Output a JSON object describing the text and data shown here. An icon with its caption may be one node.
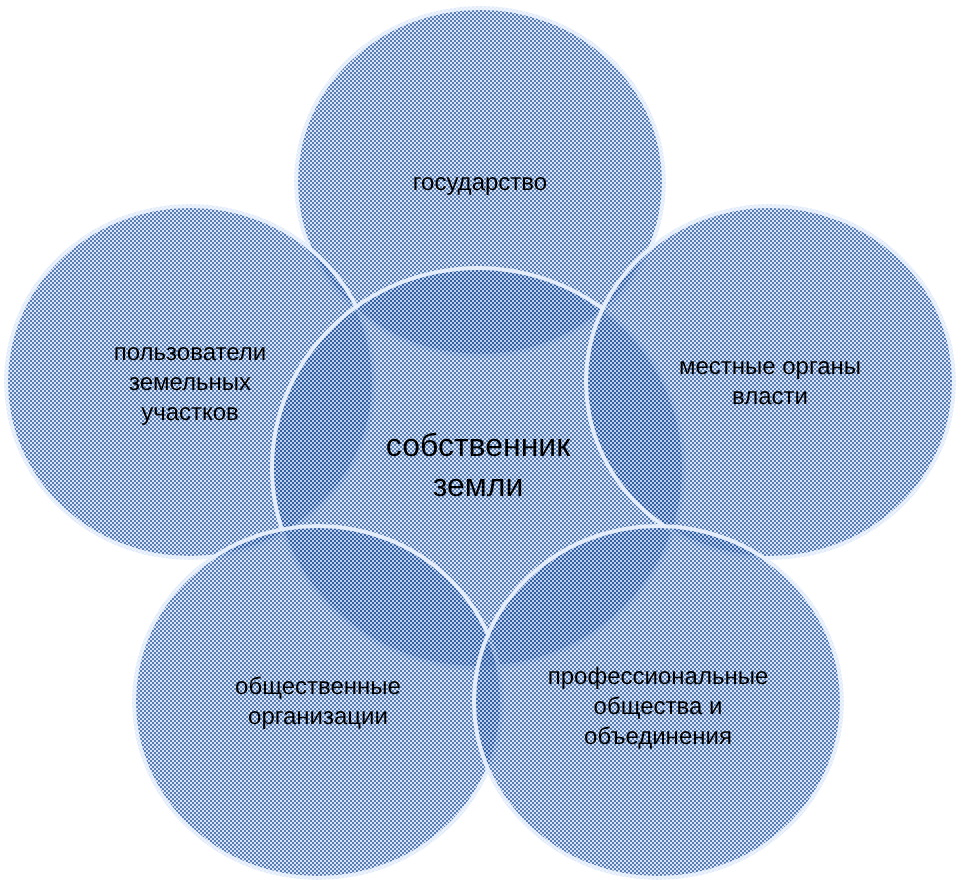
{
  "diagram": {
    "nodes": [
      {
        "text": [
          "государство"
        ]
      },
      {
        "text": [
          "пользователи земельных участков"
        ]
      },
      {
        "text": [
          "собственник земли"
        ]
      },
      {
        "text": [
          "местные органы власти"
        ]
      },
      {
        "text": [
          "общественные организации"
        ]
      },
      {
        "text": [
          "профессиональные общества и объединения"
        ]
      }
    ]
  }
}
